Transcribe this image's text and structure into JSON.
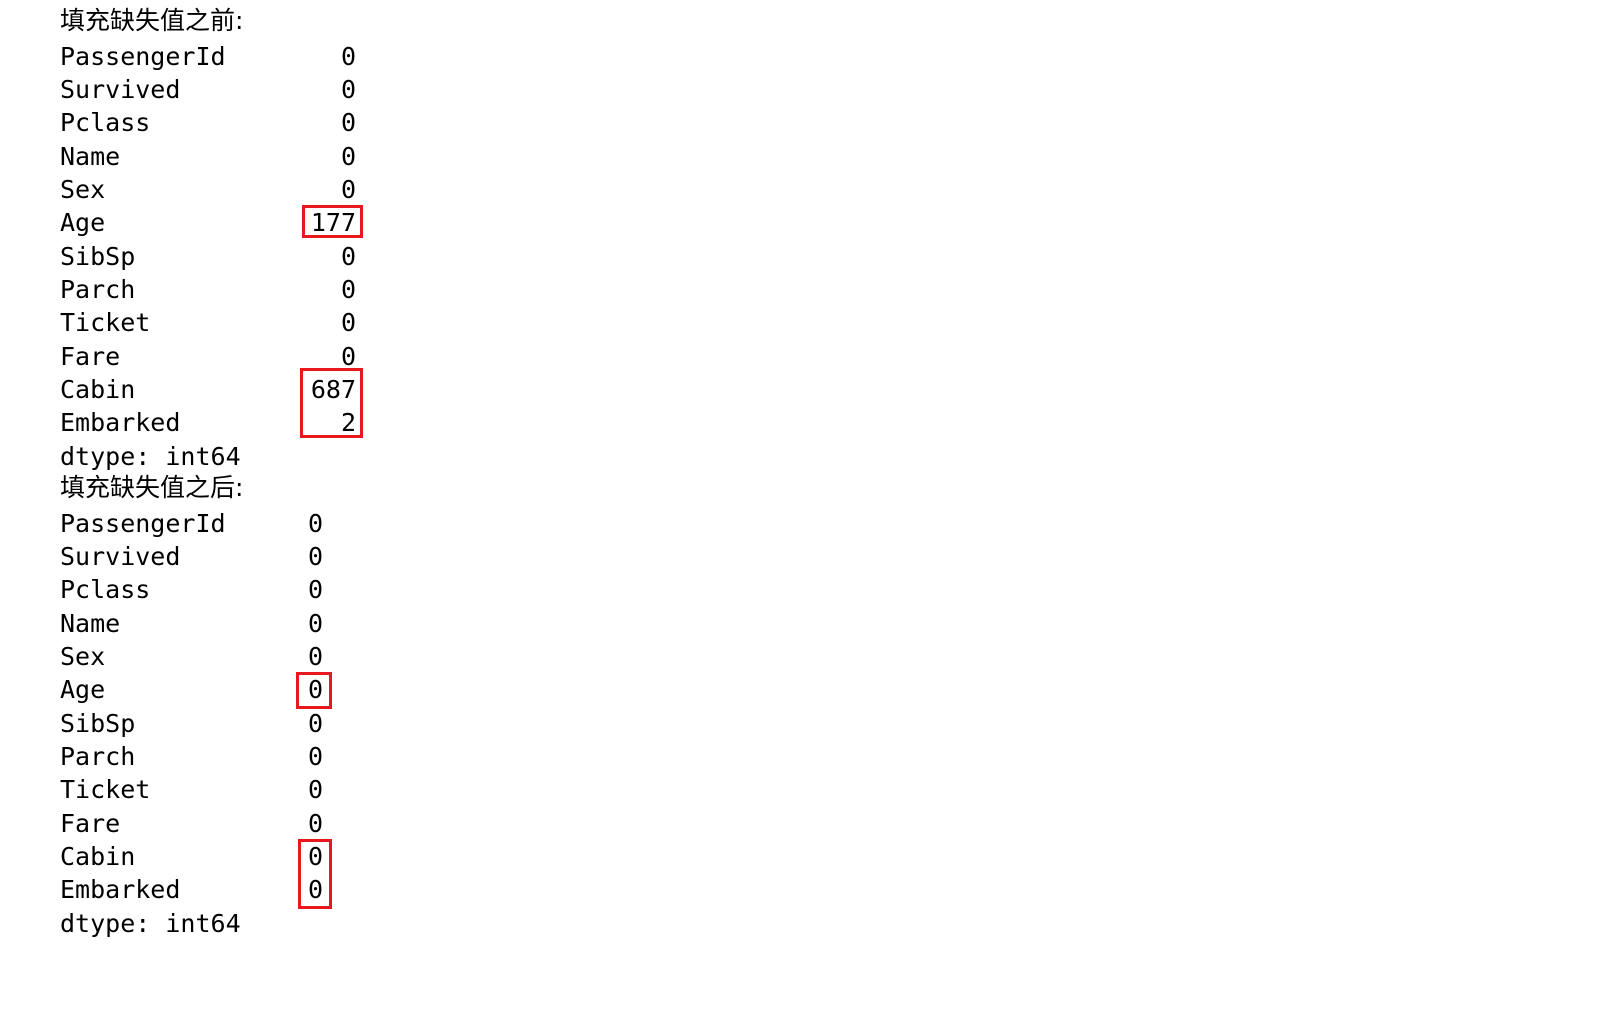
{
  "before": {
    "heading": "填充缺失值之前:",
    "rows": [
      {
        "column": "PassengerId",
        "count": "0"
      },
      {
        "column": "Survived",
        "count": "0"
      },
      {
        "column": "Pclass",
        "count": "0"
      },
      {
        "column": "Name",
        "count": "0"
      },
      {
        "column": "Sex",
        "count": "0"
      },
      {
        "column": "Age",
        "count": "177"
      },
      {
        "column": "SibSp",
        "count": "0"
      },
      {
        "column": "Parch",
        "count": "0"
      },
      {
        "column": "Ticket",
        "count": "0"
      },
      {
        "column": "Fare",
        "count": "0"
      },
      {
        "column": "Cabin",
        "count": "687"
      },
      {
        "column": "Embarked",
        "count": "2"
      }
    ],
    "dtype": "dtype: int64"
  },
  "after": {
    "heading": "填充缺失值之后:",
    "rows": [
      {
        "column": "PassengerId",
        "count": "0"
      },
      {
        "column": "Survived",
        "count": "0"
      },
      {
        "column": "Pclass",
        "count": "0"
      },
      {
        "column": "Name",
        "count": "0"
      },
      {
        "column": "Sex",
        "count": "0"
      },
      {
        "column": "Age",
        "count": "0"
      },
      {
        "column": "SibSp",
        "count": "0"
      },
      {
        "column": "Parch",
        "count": "0"
      },
      {
        "column": "Ticket",
        "count": "0"
      },
      {
        "column": "Fare",
        "count": "0"
      },
      {
        "column": "Cabin",
        "count": "0"
      },
      {
        "column": "Embarked",
        "count": "0"
      }
    ],
    "dtype": "dtype: int64"
  },
  "highlight_color": "#e8191e",
  "highlighted_columns": [
    "Age",
    "Cabin",
    "Embarked"
  ]
}
